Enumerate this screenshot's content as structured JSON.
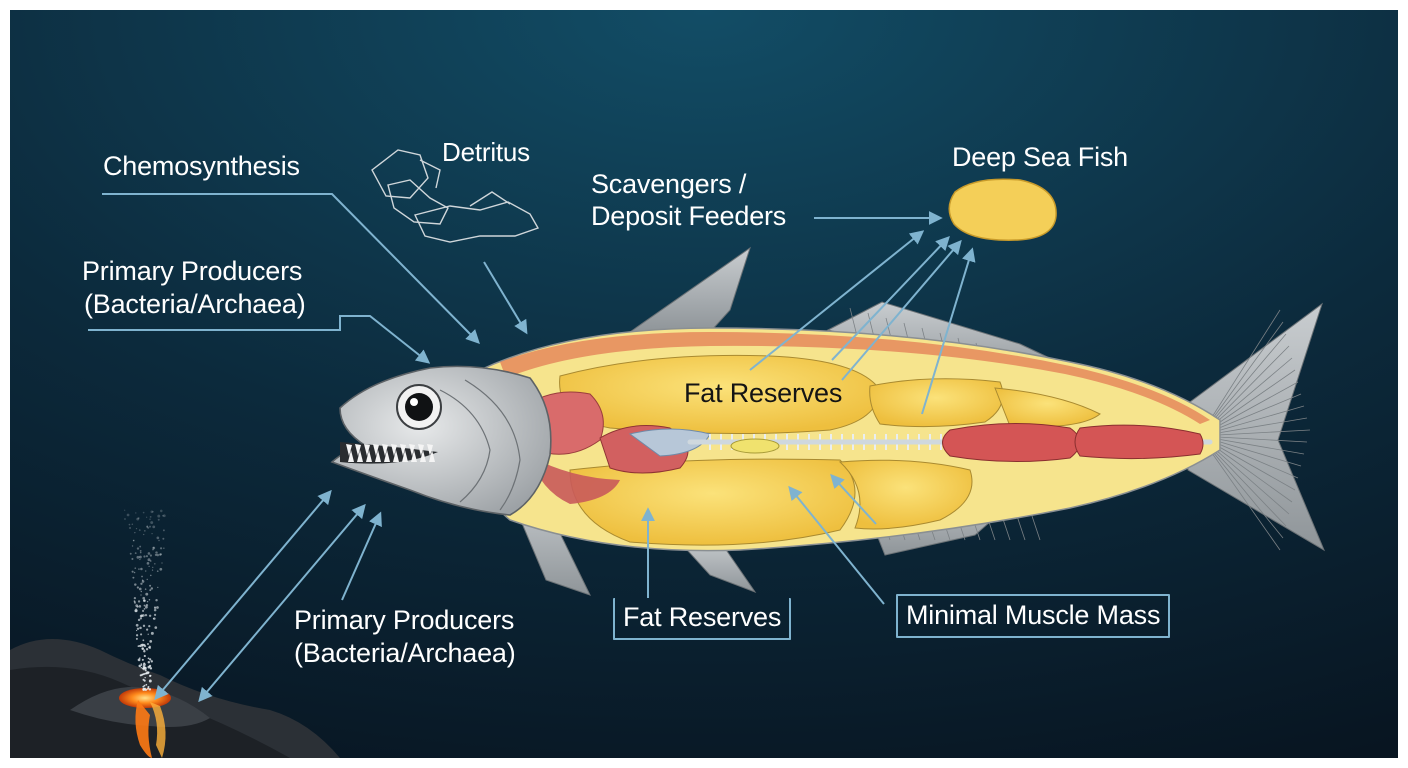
{
  "labels": {
    "chemosynthesis": "Chemosynthesis",
    "detritus": "Detritus",
    "scavengers_line1": "Scavengers /",
    "scavengers_line2": "Deposit Feeders",
    "deep_sea_fish": "Deep Sea Fish",
    "primary_producers_top_line1": "Primary Producers",
    "primary_producers_top_line2": "(Bacteria/Archaea)",
    "fat_reserves_inside": "Fat Reserves",
    "primary_producers_bottom_line1": "Primary Producers",
    "primary_producers_bottom_line2": "(Bacteria/Archaea)",
    "fat_reserves_bottom": "Fat Reserves",
    "minimal_muscle_mass": "Minimal Muscle Mass"
  },
  "colors": {
    "background_top": "#0e4860",
    "background_bottom": "#0a1a28",
    "arrow": "#7fb3cf",
    "fat": "#f4cf58",
    "fish_skin": "#bfc3c6",
    "lava": "#ff8a1c"
  }
}
